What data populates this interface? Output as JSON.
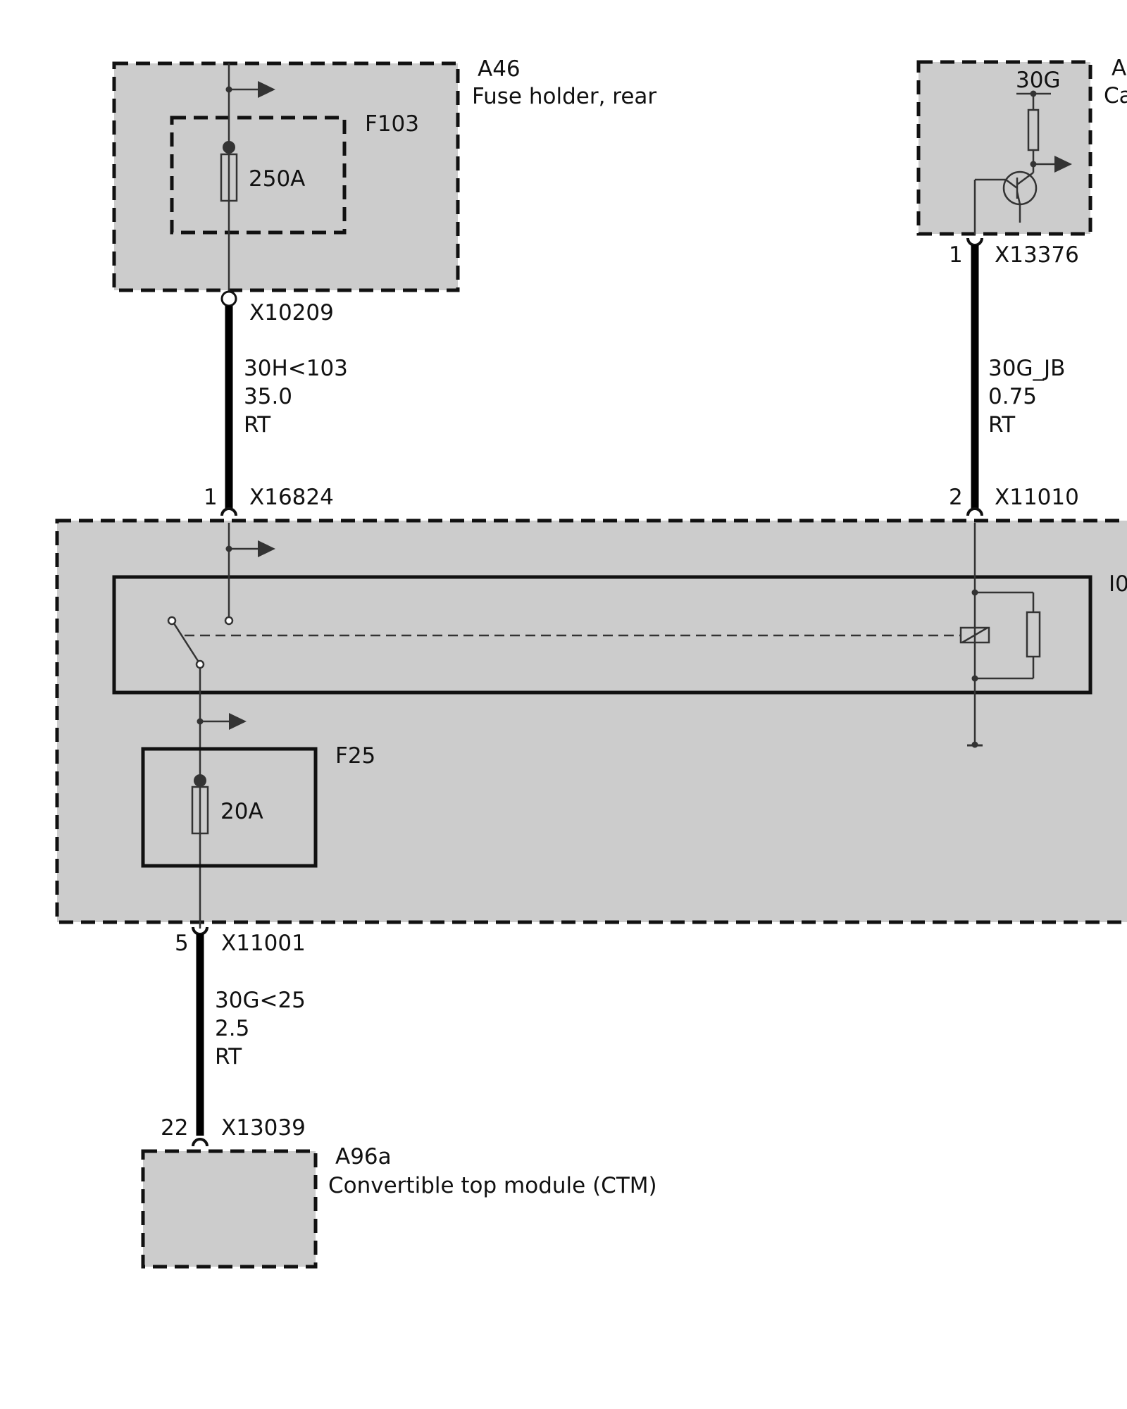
{
  "components": {
    "a46": {
      "id": "A46",
      "name": "Fuse holder, rear"
    },
    "f103": {
      "id": "F103",
      "rating": "250A"
    },
    "a_right": {
      "id": "A",
      "name_partial": "Ca",
      "supply": "30G"
    },
    "relay_box": {
      "id_partial": "I0"
    },
    "f25": {
      "id": "F25",
      "rating": "20A"
    },
    "a96a": {
      "id": "A96a",
      "name": "Convertible top module (CTM)"
    }
  },
  "connectors": {
    "x10209": {
      "name": "X10209"
    },
    "x16824": {
      "name": "X16824",
      "pin": "1"
    },
    "x13376": {
      "name": "X13376",
      "pin": "1"
    },
    "x11010": {
      "name": "X11010",
      "pin": "2"
    },
    "x11001": {
      "name": "X11001",
      "pin": "5"
    },
    "x13039": {
      "name": "X13039",
      "pin": "22"
    }
  },
  "wires": {
    "w1": {
      "signal": "30H<103",
      "gauge": "35.0",
      "color": "RT"
    },
    "w2": {
      "signal": "30G_JB",
      "gauge": "0.75",
      "color": "RT"
    },
    "w3": {
      "signal": "30G<25",
      "gauge": "2.5",
      "color": "RT"
    }
  }
}
